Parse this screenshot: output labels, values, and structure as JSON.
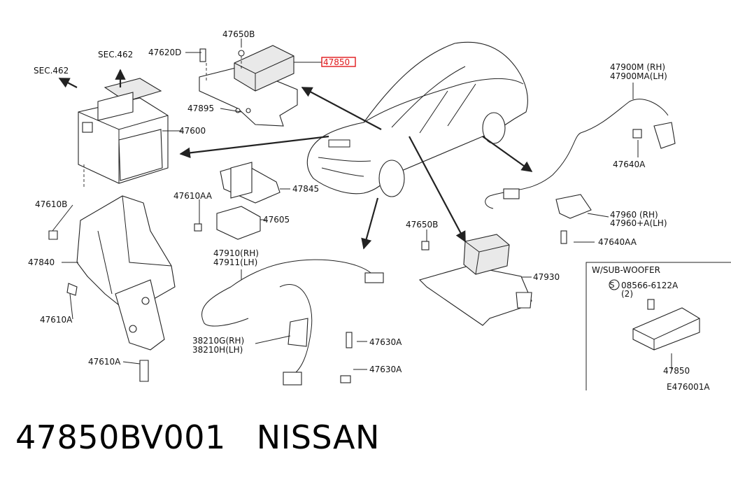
{
  "callouts": {
    "sec462_top": "SEC.462",
    "sec462_left": "SEC.462",
    "p47650B_top": "47650B",
    "p47620D": "47620D",
    "p47850_hl": "47850",
    "p47895": "47895",
    "p47600": "47600",
    "p47610B": "47610B",
    "p47840": "47840",
    "p47610A_1": "47610A",
    "p47610A_2": "47610A",
    "p47610AA": "47610AA",
    "p47845": "47845",
    "p47605": "47605",
    "p47910": "47910(RH)",
    "p47911": "47911(LH)",
    "p38210G": "38210G(RH)",
    "p38210H": "38210H(LH)",
    "p47630A_1": "47630A",
    "p47630A_2": "47630A",
    "p47650B_mid": "47650B",
    "p47930": "47930",
    "p47900M": "47900M  (RH)",
    "p47900MA": "47900MA(LH)",
    "p47640A": "47640A",
    "p47960": "47960   (RH)",
    "p47960A": "47960+A(LH)",
    "p47640AA": "47640AA",
    "inset_title": "W/SUB-WOOFER",
    "inset_bolt": "08566-6122A",
    "inset_qty": "(2)",
    "inset_part": "47850",
    "diagram_code": "E476001A"
  },
  "caption": {
    "part_number": "47850BV001",
    "brand": "NISSAN"
  },
  "colors": {
    "highlight": "#e0181b",
    "line": "#222222"
  }
}
